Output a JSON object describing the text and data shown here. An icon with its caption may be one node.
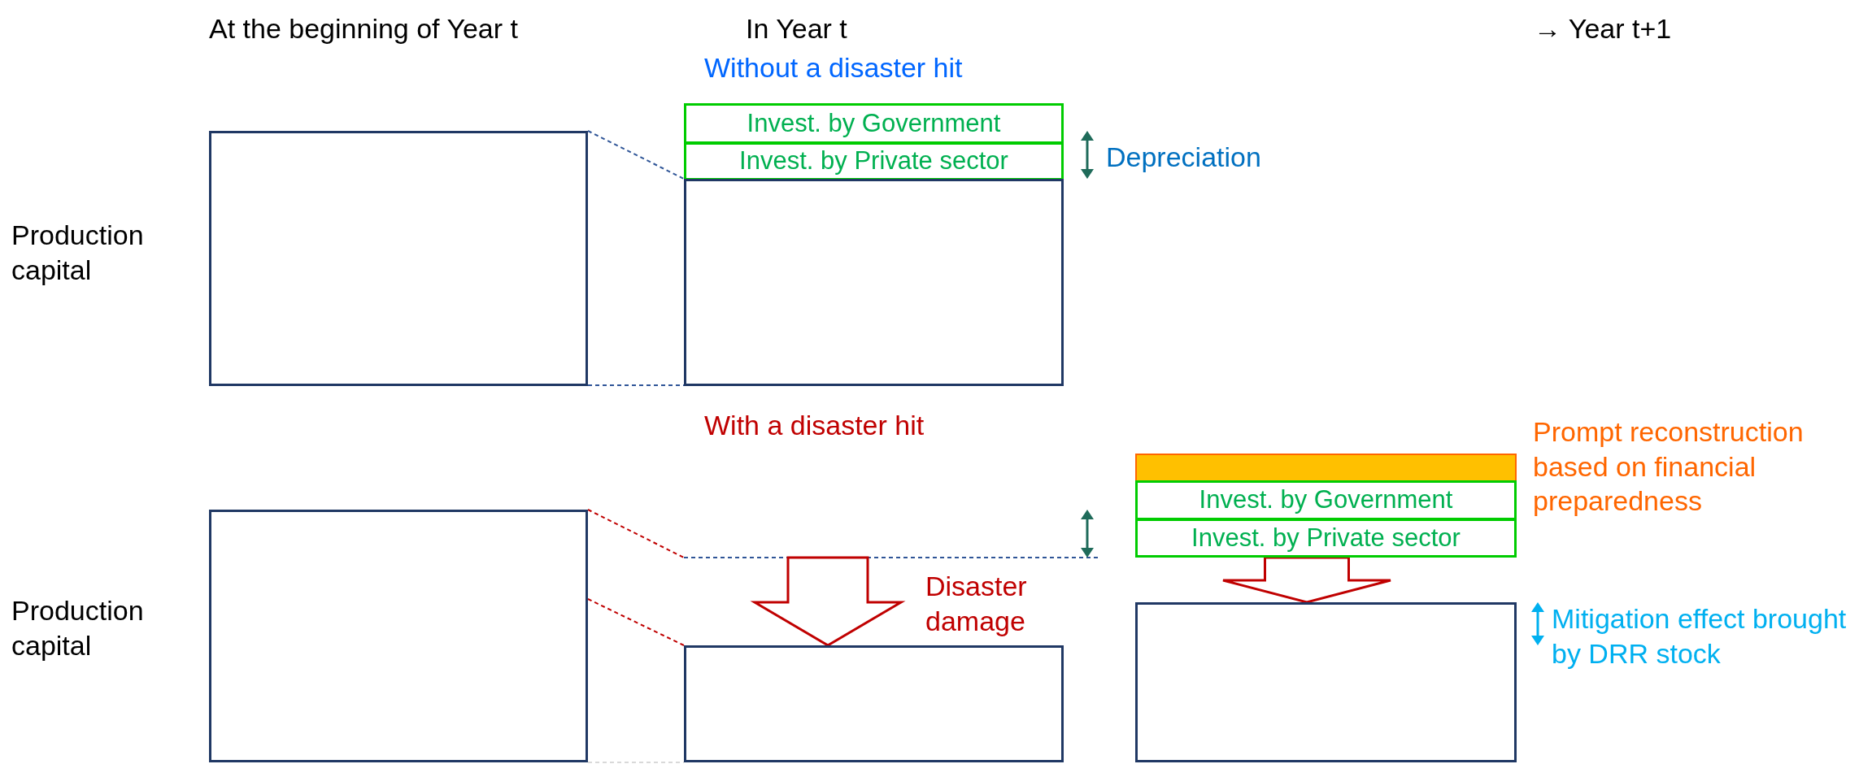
{
  "diagram": {
    "nodes": [
      {
        "text": [],
        "shape": "box"
      },
      {
        "text": [
          "Invest. by Government"
        ]
      },
      {
        "text": [
          "Invest. by Private sector"
        ]
      },
      {
        "text": [],
        "shape": "box"
      },
      {
        "text": [],
        "shape": "box"
      },
      {
        "text": [],
        "shape": "box"
      },
      {
        "text": [],
        "shape": "bar",
        "beside": [
          "Prompt reconstruction based on financial preparedness"
        ]
      },
      {
        "text": [
          "Invest. by Government"
        ]
      },
      {
        "text": [
          "Invest. by Private sector"
        ]
      },
      {
        "text": [],
        "shape": "box"
      }
    ],
    "edges": [
      {
        "from": 0,
        "to": 3,
        "arrow": "none",
        "style": "dashed",
        "color": "#2f5597"
      },
      {
        "from": 0,
        "to": 3,
        "arrow": "none",
        "style": "dashed",
        "color": "#2f5597"
      },
      {
        "from": 4,
        "to": null,
        "arrow": "none",
        "style": "dashed",
        "color": "#c00000"
      },
      {
        "from": 4,
        "to": 5,
        "arrow": "none",
        "style": "dashed",
        "color": "#c00000"
      },
      {
        "from": 4,
        "to": 5,
        "arrow": "none",
        "style": "dashed",
        "color": "#d9d9d9"
      },
      {
        "from": null,
        "to": 5,
        "arrow": "to",
        "style": "thick",
        "color": "#c00000",
        "label": "Disaster damage"
      },
      {
        "from": 8,
        "to": 9,
        "arrow": "to",
        "style": "thick",
        "color": "#c00000"
      }
    ],
    "labels": [
      "At the beginning of Year t",
      "In Year t",
      "→ Year t+1",
      "Without a disaster hit",
      "Depreciation",
      "Production capital",
      "With a disaster hit",
      "Production capital",
      "Mitigation effect brought by DRR stock"
    ]
  }
}
